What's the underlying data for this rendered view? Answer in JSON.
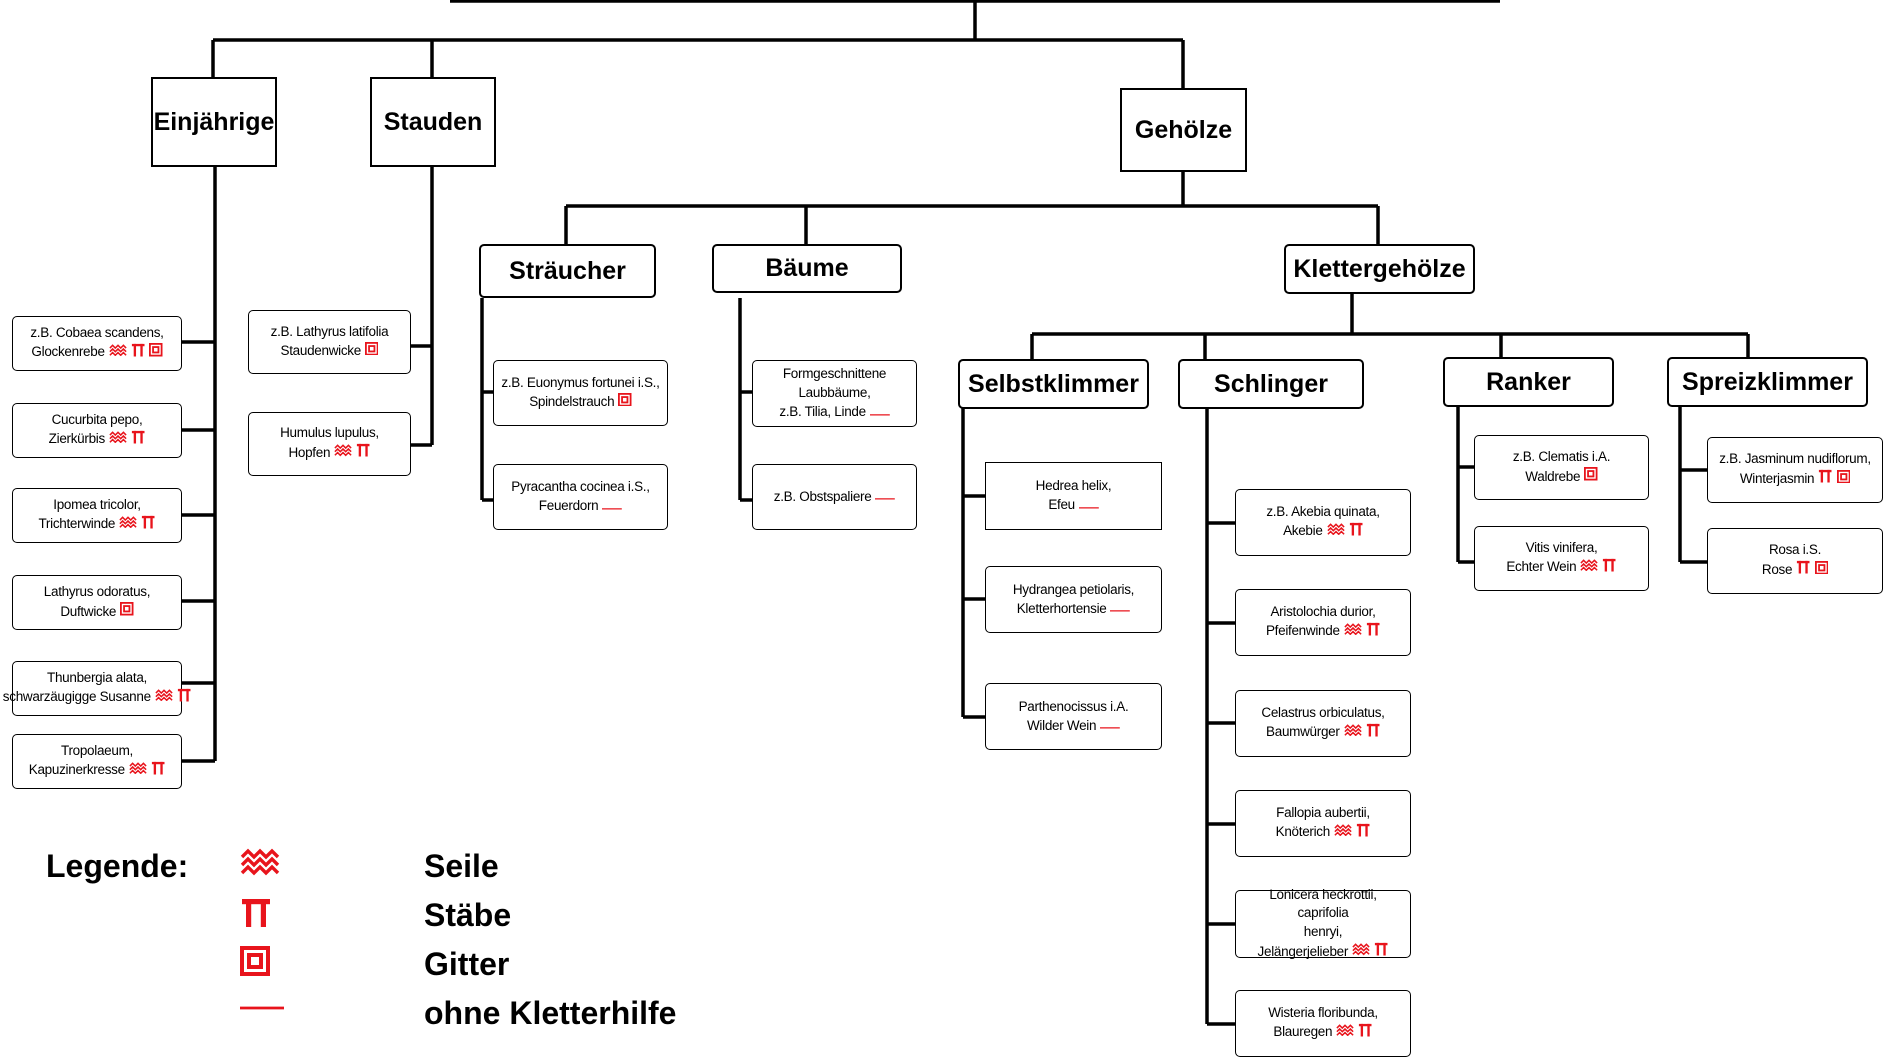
{
  "categories": {
    "einjaehrige": "Einjährige",
    "stauden": "Stauden",
    "gehoelze": "Gehölze",
    "straeucher": "Sträucher",
    "baeume": "Bäume",
    "klettergehoelze": "Klettergehölze",
    "selbstklimmer": "Selbstklimmer",
    "schlinger": "Schlinger",
    "ranker": "Ranker",
    "spreizklimmer": "Spreizklimmer"
  },
  "plants": {
    "einjaehrige": [
      {
        "lines": [
          "z.B. Cobaea scandens,",
          "Glockenrebe"
        ],
        "icons": [
          "seile",
          "staebe",
          "gitter"
        ]
      },
      {
        "lines": [
          "Cucurbita pepo,",
          "Zierkürbis"
        ],
        "icons": [
          "seile",
          "staebe"
        ]
      },
      {
        "lines": [
          "Ipomea tricolor,",
          "Trichterwinde"
        ],
        "icons": [
          "seile",
          "staebe"
        ]
      },
      {
        "lines": [
          "Lathyrus odoratus,",
          "Duftwicke"
        ],
        "icons": [
          "gitter"
        ]
      },
      {
        "lines": [
          "Thunbergia alata,",
          "schwarzäugigge Susanne"
        ],
        "icons": [
          "seile",
          "staebe"
        ]
      },
      {
        "lines": [
          "Tropolaeum,",
          "Kapuzinerkresse"
        ],
        "icons": [
          "seile",
          "staebe"
        ]
      }
    ],
    "stauden": [
      {
        "lines": [
          "z.B. Lathyrus latifolia",
          "Staudenwicke"
        ],
        "icons": [
          "gitter"
        ]
      },
      {
        "lines": [
          "Humulus lupulus,",
          "Hopfen"
        ],
        "icons": [
          "seile",
          "staebe"
        ]
      }
    ],
    "straeucher": [
      {
        "lines": [
          "z.B. Euonymus fortunei i.S.,",
          "Spindelstrauch"
        ],
        "icons": [
          "gitter"
        ]
      },
      {
        "lines": [
          "Pyracantha cocinea i.S.,",
          "Feuerdorn"
        ],
        "icons": [
          "ohne"
        ]
      }
    ],
    "baeume": [
      {
        "lines": [
          "Formgeschnittene",
          "Laubbäume,",
          "z.B. Tilia, Linde"
        ],
        "icons": [
          "ohne"
        ]
      },
      {
        "lines": [
          "z.B. Obstspaliere"
        ],
        "icons": [
          "ohne"
        ]
      }
    ],
    "selbstklimmer": [
      {
        "lines": [
          "Hedrea helix,",
          "Efeu"
        ],
        "icons": [
          "ohne"
        ]
      },
      {
        "lines": [
          "Hydrangea petiolaris,",
          "Kletterhortensie"
        ],
        "icons": [
          "ohne"
        ]
      },
      {
        "lines": [
          "Parthenocissus i.A.",
          "Wilder Wein"
        ],
        "icons": [
          "ohne"
        ]
      }
    ],
    "schlinger": [
      {
        "lines": [
          "z.B. Akebia quinata,",
          "Akebie"
        ],
        "icons": [
          "seile",
          "staebe"
        ]
      },
      {
        "lines": [
          "Aristolochia durior,",
          "Pfeifenwinde"
        ],
        "icons": [
          "seile",
          "staebe"
        ]
      },
      {
        "lines": [
          "Celastrus orbiculatus,",
          "Baumwürger"
        ],
        "icons": [
          "seile",
          "staebe"
        ]
      },
      {
        "lines": [
          "Fallopia aubertii,",
          "Knöterich"
        ],
        "icons": [
          "seile",
          "staebe"
        ]
      },
      {
        "lines": [
          "Lonicera heckrottii,",
          "caprifolia",
          "henryi,",
          "Jelängerjelieber"
        ],
        "icons": [
          "seile",
          "staebe"
        ]
      },
      {
        "lines": [
          "Wisteria floribunda,",
          "Blauregen"
        ],
        "icons": [
          "seile",
          "staebe"
        ]
      }
    ],
    "ranker": [
      {
        "lines": [
          "z.B. Clematis i.A.",
          "Waldrebe"
        ],
        "icons": [
          "gitter"
        ]
      },
      {
        "lines": [
          "Vitis vinifera,",
          "Echter Wein"
        ],
        "icons": [
          "seile",
          "staebe"
        ]
      }
    ],
    "spreizklimmer": [
      {
        "lines": [
          "z.B. Jasminum nudiflorum,",
          "Winterjasmin"
        ],
        "icons": [
          "staebe",
          "gitter"
        ]
      },
      {
        "lines": [
          "Rosa i.S.",
          "Rose"
        ],
        "icons": [
          "staebe",
          "gitter"
        ]
      }
    ]
  },
  "legend": {
    "title": "Legende:",
    "items": [
      {
        "icon": "seile",
        "label": "Seile"
      },
      {
        "icon": "staebe",
        "label": "Stäbe"
      },
      {
        "icon": "gitter",
        "label": "Gitter"
      },
      {
        "icon": "ohne",
        "label": "ohne Kletterhilfe"
      }
    ]
  },
  "colors": {
    "icon": "#e8141c",
    "line": "#000000"
  }
}
